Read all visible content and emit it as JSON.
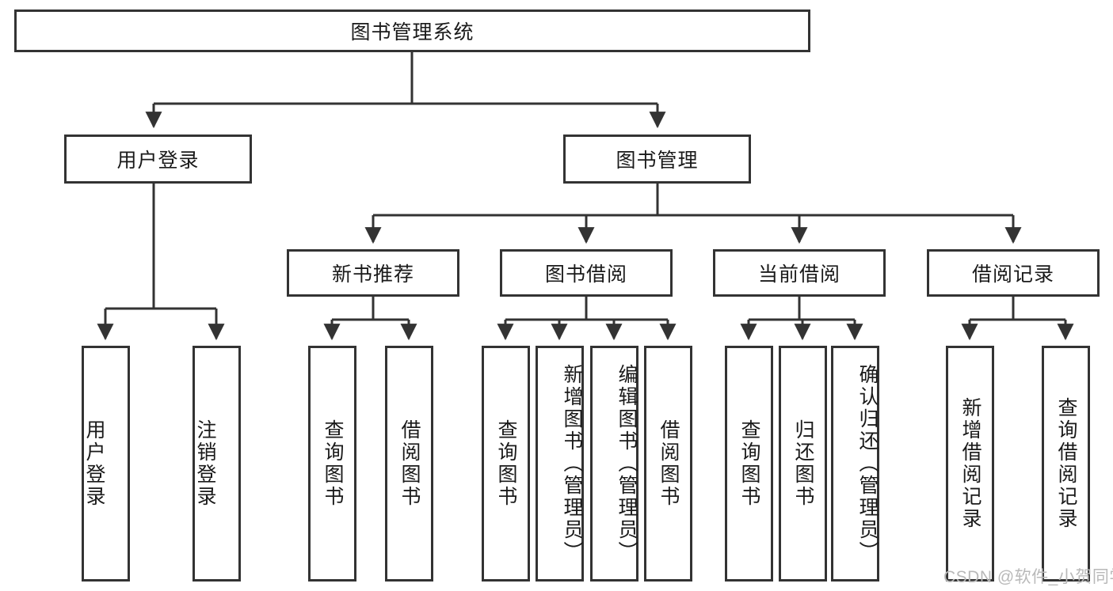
{
  "diagram": {
    "title_node": {
      "label": "图书管理系统"
    },
    "level2": [
      {
        "label": "用户登录"
      },
      {
        "label": "图书管理"
      }
    ],
    "level3": [
      {
        "label": "新书推荐"
      },
      {
        "label": "图书借阅"
      },
      {
        "label": "当前借阅"
      },
      {
        "label": "借阅记录"
      }
    ],
    "leaves": {
      "user_login": [
        {
          "label": "用户登录"
        },
        {
          "label": "注销登录"
        }
      ],
      "new_book_recommend": [
        {
          "label": "查询图书"
        },
        {
          "label": "借阅图书"
        }
      ],
      "book_borrow": [
        {
          "label": "查询图书"
        },
        {
          "label": "新增图书（管理员）"
        },
        {
          "label": "编辑图书（管理员）"
        },
        {
          "label": "借阅图书"
        }
      ],
      "current_borrow": [
        {
          "label": "查询图书"
        },
        {
          "label": "归还图书"
        },
        {
          "label": "确认归还（管理员）"
        }
      ],
      "borrow_record": [
        {
          "label": "新增借阅记录"
        },
        {
          "label": "查询借阅记录"
        }
      ]
    }
  },
  "watermark": {
    "text": "CSDN @软件_小贺同学"
  },
  "colors": {
    "line": "#333333",
    "box_border": "#333333",
    "text": "#1a1a1a",
    "background": "#ffffff",
    "watermark": "#b9b9b9"
  }
}
